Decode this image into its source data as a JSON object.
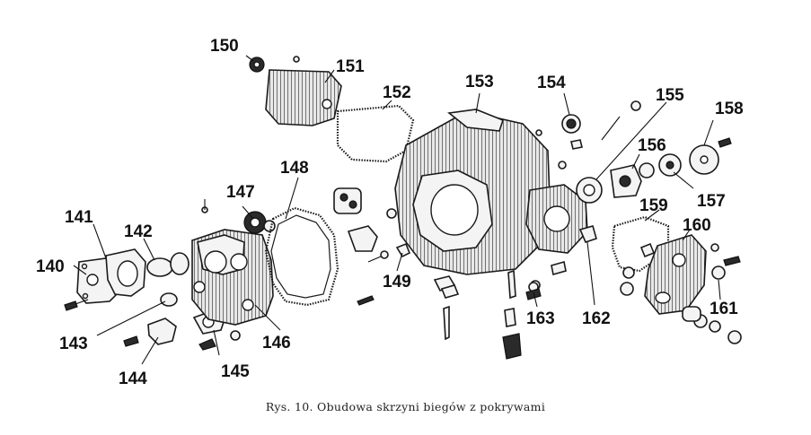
{
  "caption": "Rys. 10. Obudowa skrzyni biegów z pokrywami",
  "callouts": {
    "n140": "140",
    "n141": "141",
    "n142": "142",
    "n143": "143",
    "n144": "144",
    "n145": "145",
    "n146": "146",
    "n147": "147",
    "n148": "148",
    "n149": "149",
    "n150": "150",
    "n151": "151",
    "n152": "152",
    "n153": "153",
    "n154": "154",
    "n155": "155",
    "n156": "156",
    "n157": "157",
    "n158": "158",
    "n159": "159",
    "n160": "160",
    "n161": "161",
    "n162": "162",
    "n163": "163"
  }
}
